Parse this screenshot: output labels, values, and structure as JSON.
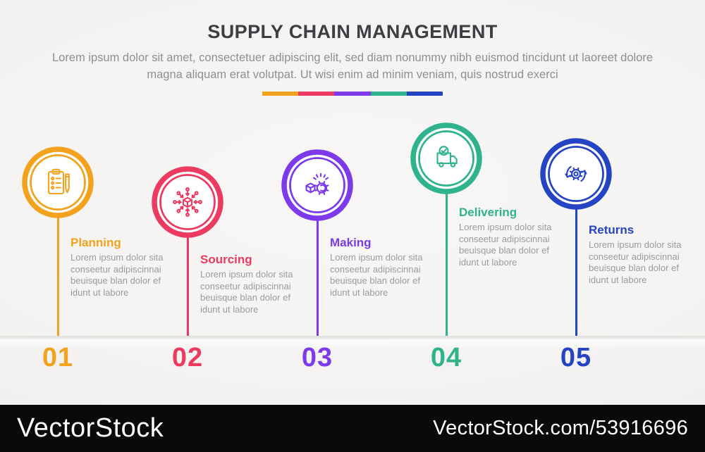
{
  "header": {
    "title": "SUPPLY CHAIN MANAGEMENT",
    "subtitle": "Lorem ipsum dolor sit amet, consectetuer adipiscing elit, sed diam nonummy nibh euismod tincidunt ut laoreet dolore magna aliquam erat volutpat. Ut wisi enim ad minim veniam, quis nostrud exerci"
  },
  "steps": [
    {
      "number": "01",
      "title": "Planning",
      "color": "#F2A21C",
      "icon": "clipboard-icon",
      "description": "Lorem ipsum dolor sita conseetur adipiscinnai beuisque blan dolor ef idunt ut labore"
    },
    {
      "number": "02",
      "title": "Sourcing",
      "color": "#EC3A60",
      "icon": "distribution-box-icon",
      "description": "Lorem ipsum dolor sita conseetur adipiscinnai beuisque blan dolor ef idunt ut labore"
    },
    {
      "number": "03",
      "title": "Making",
      "color": "#7C3AEA",
      "icon": "manufacturing-gear-icon",
      "description": "Lorem ipsum dolor sita conseetur adipiscinnai beuisque blan dolor ef idunt ut labore"
    },
    {
      "number": "04",
      "title": "Delivering",
      "color": "#2FB38D",
      "icon": "delivery-truck-icon",
      "description": "Lorem ipsum dolor sita conseetur adipiscinnai beuisque blan dolor ef idunt ut labore"
    },
    {
      "number": "05",
      "title": "Returns",
      "color": "#2544C4",
      "icon": "returns-cycle-icon",
      "description": "Lorem ipsum dolor sita conseetur adipiscinnai beuisque blan dolor ef idunt ut labore"
    }
  ],
  "footer": {
    "logo": "VectorStock",
    "watermark": "VectorStock.com/53916696"
  }
}
